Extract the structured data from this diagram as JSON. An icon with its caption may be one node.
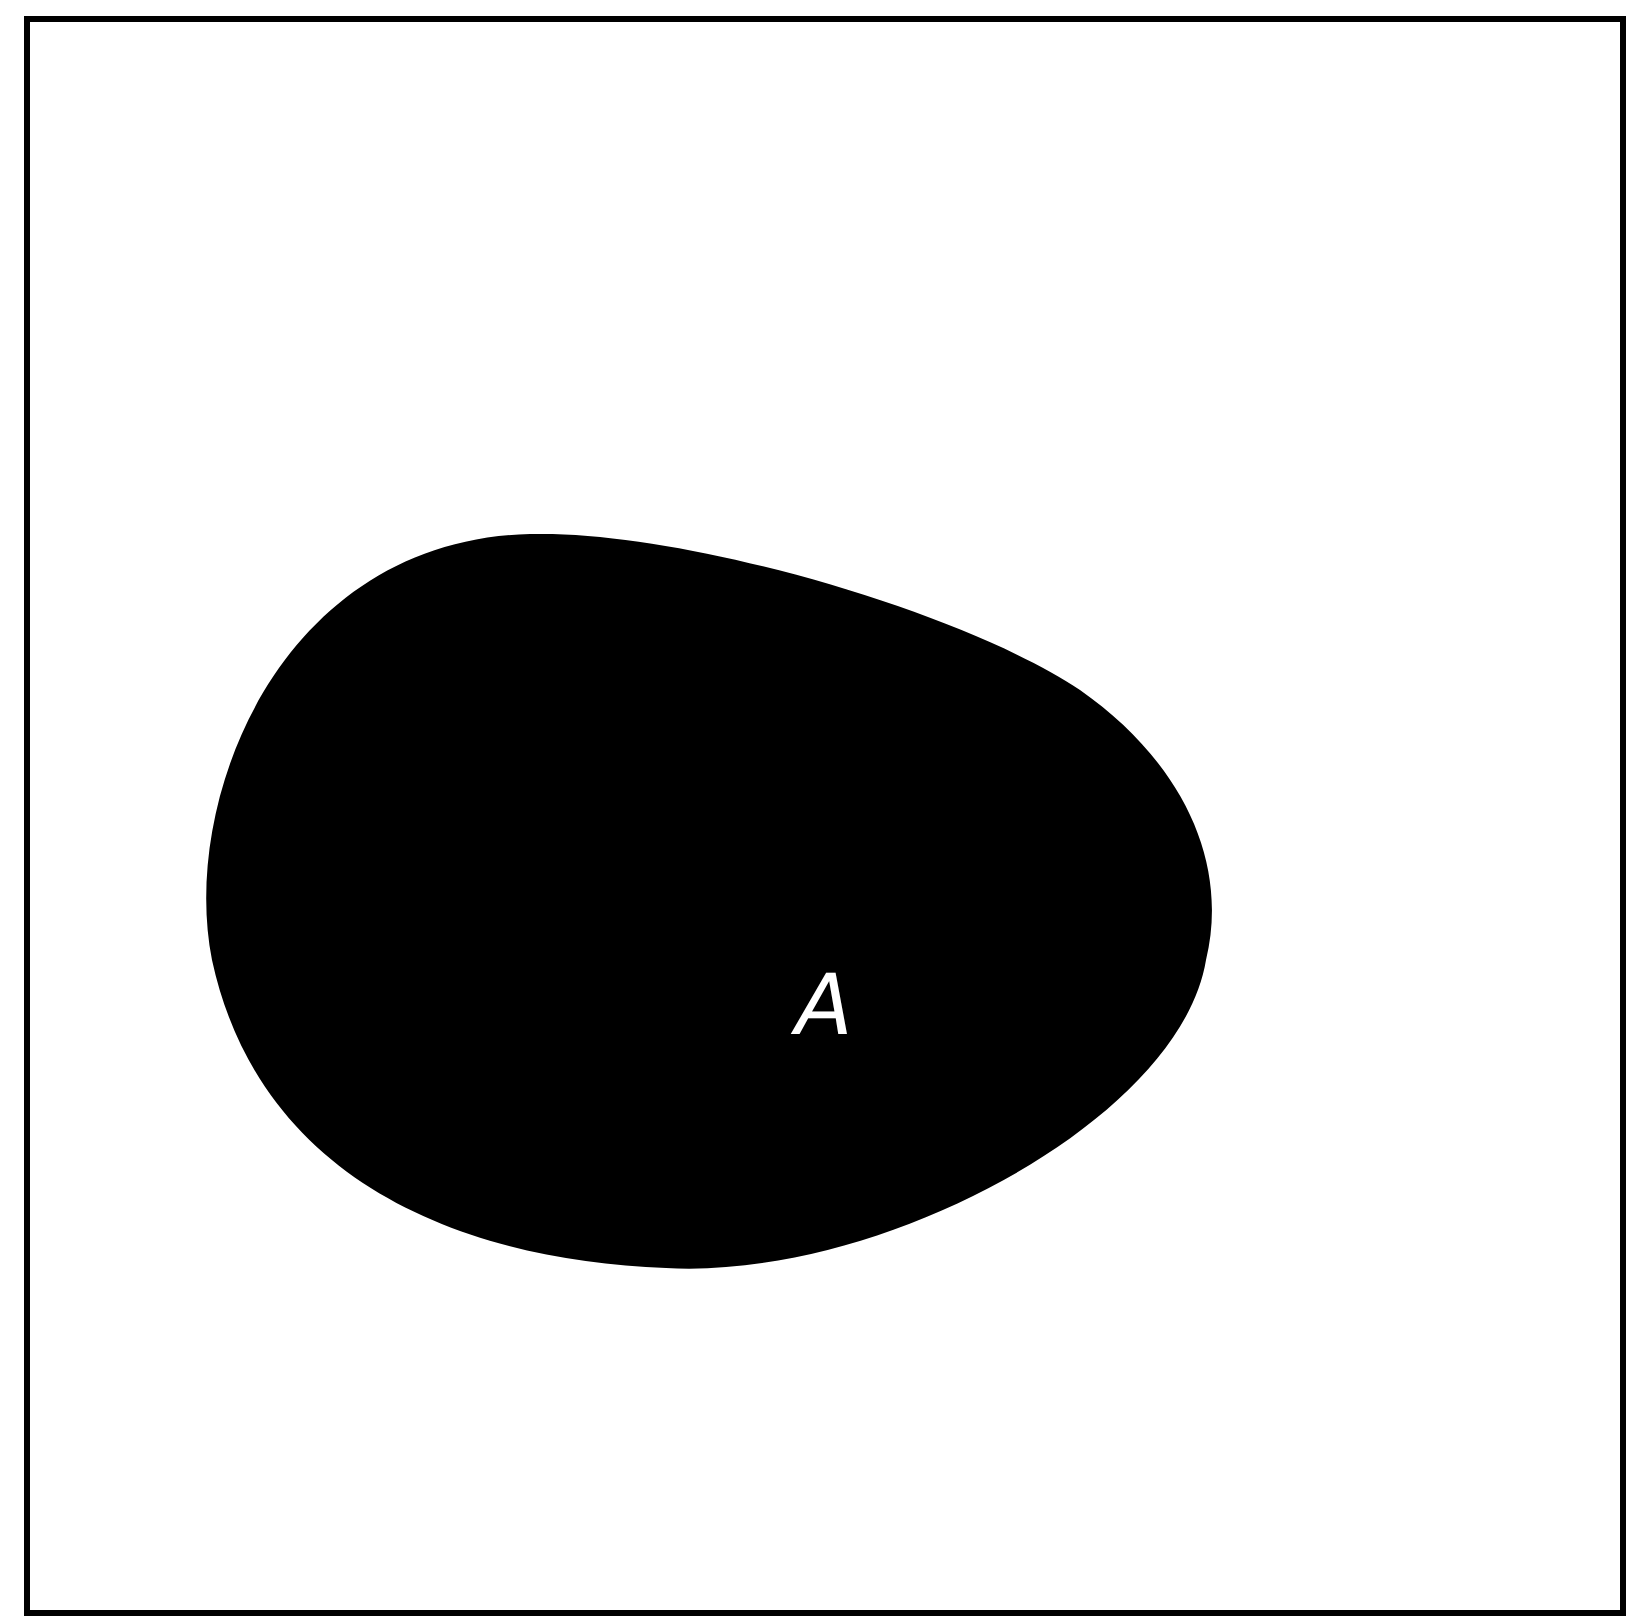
{
  "diagram": {
    "nodes": [
      {
        "text": [],
        "shape": "box"
      },
      {
        "text": [
          "A"
        ],
        "in": 0
      }
    ]
  }
}
